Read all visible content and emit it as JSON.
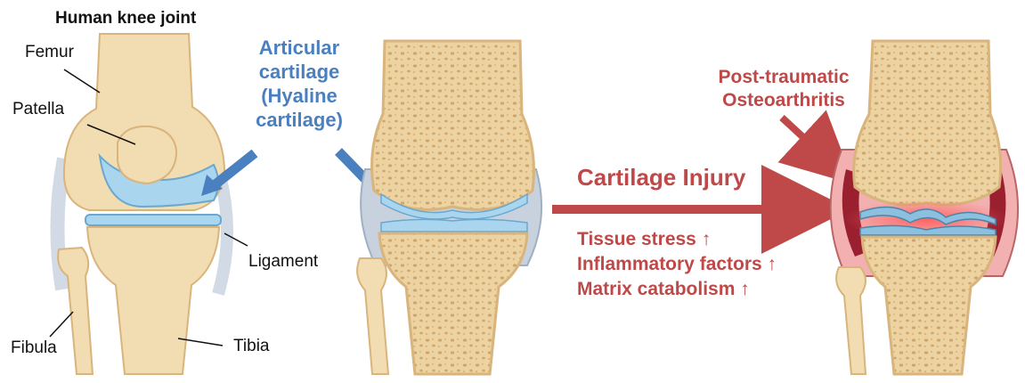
{
  "title": "Human knee joint",
  "labels": {
    "femur": "Femur",
    "patella": "Patella",
    "ligament": "Ligament",
    "fibula": "Fibula",
    "tibia": "Tibia"
  },
  "cartilage_label": [
    "Articular",
    "cartilage",
    "(Hyaline",
    "cartilage)"
  ],
  "injury": {
    "title": "Cartilage Injury",
    "effects": [
      "Tissue stress ↑",
      "Inflammatory factors ↑",
      "Matrix catabolism ↑"
    ]
  },
  "outcome": [
    "Post-traumatic",
    "Osteoarthritis"
  ],
  "colors": {
    "bone": "#f2dcb1",
    "bone_outline": "#d9b47c",
    "cartilage": "#a9d5ee",
    "cartilage_outline": "#6aa8d0",
    "blue_arrow": "#4a7fc0",
    "red_accent": "#bf4848",
    "inflammation": "#e84848"
  }
}
